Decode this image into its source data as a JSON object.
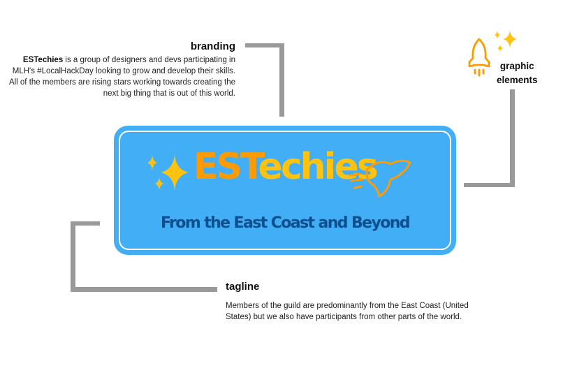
{
  "branding": {
    "heading": "branding",
    "brand_name": "ESTechies",
    "description": " is a group of designers and devs participating in MLH's #LocalHackDay looking to grow and develop their skills. All of the members are rising stars working towards creating the next big thing that is out of this world."
  },
  "graphic_elements": {
    "label_line1": "graphic",
    "label_line2": "elements",
    "icons": [
      "rocket-icon",
      "sparkles-icon"
    ]
  },
  "logo": {
    "word_part1": "EST",
    "word_part2": "echies",
    "tagline": "From the East Coast and Beyond",
    "icons": [
      "sparkles-icon",
      "rocket-icon"
    ]
  },
  "tagline": {
    "heading": "tagline",
    "description": "Members of the guild are predominantly from the East Coast (United States) but we also have participants from other parts of the world."
  },
  "colors": {
    "card_blue": "#42aef5",
    "orange": "#ff9a00",
    "yellow": "#ffc20e",
    "navy": "#0d4f8c",
    "connector_gray": "#999999"
  }
}
